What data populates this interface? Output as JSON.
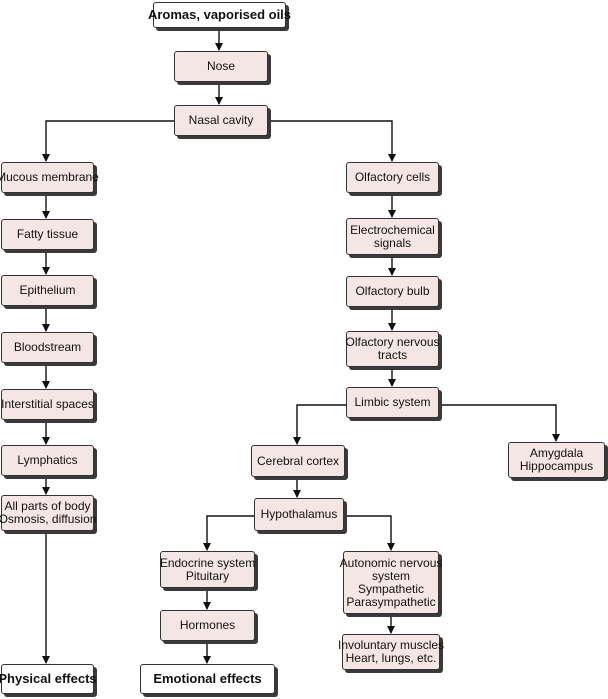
{
  "nodes": {
    "aromas": {
      "lines": [
        "Aromas, vaporised oils"
      ]
    },
    "nose": {
      "lines": [
        "Nose"
      ]
    },
    "nasal_cavity": {
      "lines": [
        "Nasal cavity"
      ]
    },
    "mucous_membrane": {
      "lines": [
        "Mucous membrane"
      ]
    },
    "fatty_tissue": {
      "lines": [
        "Fatty tissue"
      ]
    },
    "epithelium": {
      "lines": [
        "Epithelium"
      ]
    },
    "bloodstream": {
      "lines": [
        "Bloodstream"
      ]
    },
    "interstitial_spaces": {
      "lines": [
        "Interstitial spaces"
      ]
    },
    "lymphatics": {
      "lines": [
        "Lymphatics"
      ]
    },
    "all_parts": {
      "lines": [
        "All parts of body",
        "Osmosis, diffusion"
      ]
    },
    "physical_effects": {
      "lines": [
        "Physical effects"
      ]
    },
    "olfactory_cells": {
      "lines": [
        "Olfactory cells"
      ]
    },
    "electrochemical": {
      "lines": [
        "Electrochemical",
        "signals"
      ]
    },
    "olfactory_bulb": {
      "lines": [
        "Olfactory bulb"
      ]
    },
    "olfactory_tracts": {
      "lines": [
        "Olfactory nervous",
        "tracts"
      ]
    },
    "limbic_system": {
      "lines": [
        "Limbic system"
      ]
    },
    "cerebral_cortex": {
      "lines": [
        "Cerebral cortex"
      ]
    },
    "amygdala": {
      "lines": [
        "Amygdala",
        "Hippocampus"
      ]
    },
    "hypothalamus": {
      "lines": [
        "Hypothalamus"
      ]
    },
    "endocrine": {
      "lines": [
        "Endocrine system",
        "Pituitary"
      ]
    },
    "autonomic": {
      "lines": [
        "Autonomic nervous",
        "system",
        "Sympathetic",
        "Parasympathetic"
      ]
    },
    "hormones": {
      "lines": [
        "Hormones"
      ]
    },
    "involuntary": {
      "lines": [
        "Involuntary muscles",
        "Heart, lungs, etc."
      ]
    },
    "emotional_effects": {
      "lines": [
        "Emotional effects"
      ]
    }
  },
  "colors": {
    "box_fill": "#f5e6e6",
    "terminal_fill": "#ffffff",
    "line": "#111111",
    "shadow": "#3a3a3a"
  }
}
